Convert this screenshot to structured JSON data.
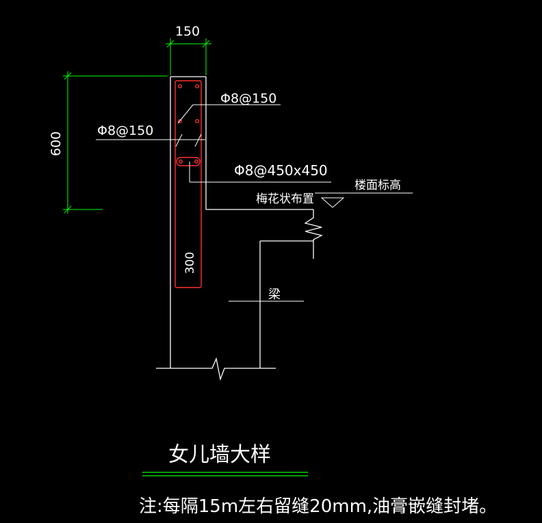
{
  "colors": {
    "background": "#000000",
    "line": "#ffffff",
    "dimension": "#00ff00",
    "rebar": "#ff3030"
  },
  "dimensions": {
    "width": "150",
    "height": "600",
    "rebar_length": "300"
  },
  "labels": {
    "rebar_horizontal": "Φ8@150",
    "rebar_vertical": "Φ8@150",
    "anchor_bars": "Φ8@450x450",
    "anchor_layout": "梅花状布置",
    "floor_level": "楼面标高",
    "beam": "梁"
  },
  "title": "女儿墙大样",
  "note": "注:每隔15m左右留缝20mm,油膏嵌缝封堵。"
}
